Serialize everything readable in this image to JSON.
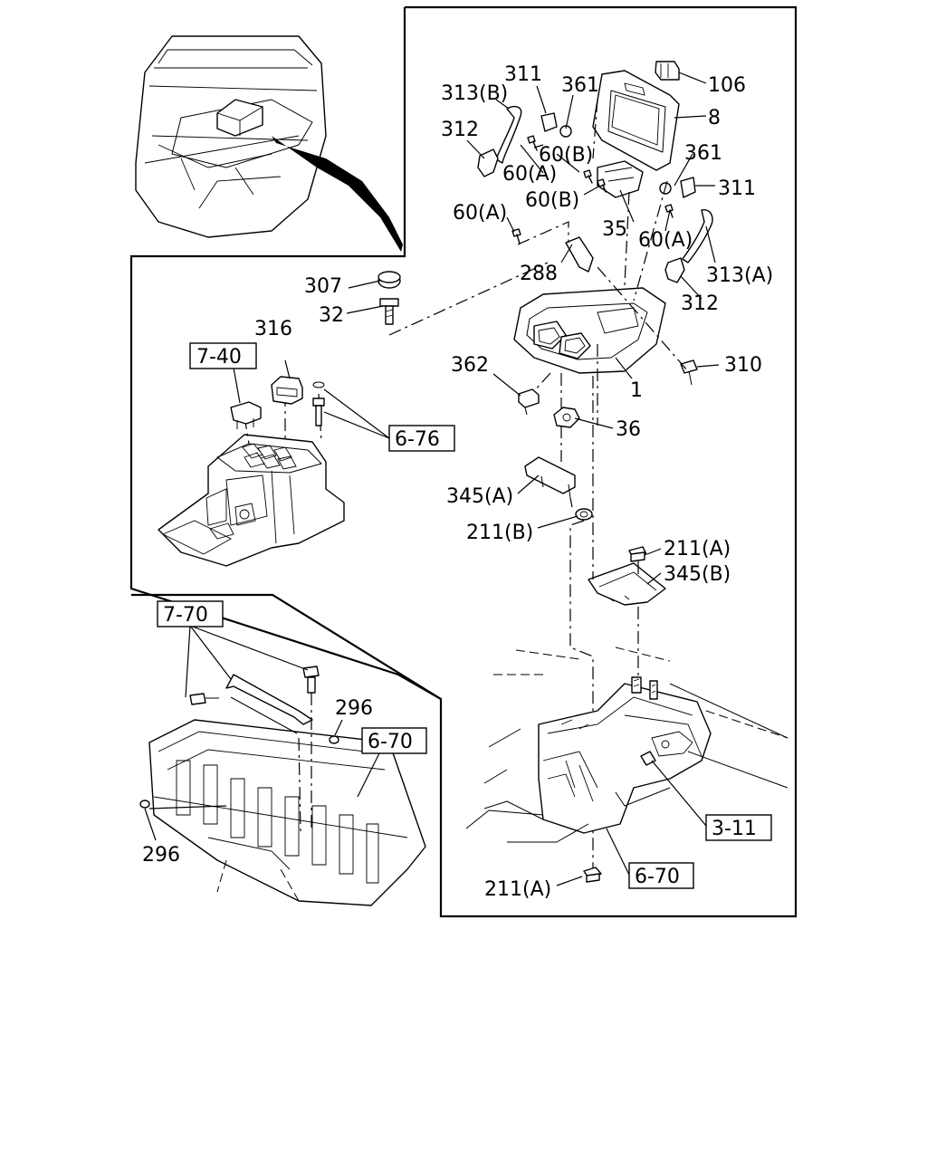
{
  "diagram": {
    "labels": {
      "l106": "106",
      "l361a": "361",
      "l311a": "311",
      "l313b": "313(B)",
      "l8": "8",
      "l312a": "312",
      "l60b_a": "60(B)",
      "l361b": "361",
      "l60a_a": "60(A)",
      "l311b": "311",
      "l60b_b": "60(B)",
      "l60a_b": "60(A)",
      "l35": "35",
      "l60a_c": "60(A)",
      "l313a": "313(A)",
      "l288": "288",
      "l307": "307",
      "l312b": "312",
      "l32": "32",
      "l316": "316",
      "l310": "310",
      "l740": "7-40",
      "l1": "1",
      "l362": "362",
      "l36": "36",
      "l676": "6-76",
      "l345a": "345(A)",
      "l211b": "211(B)",
      "l211a_a": "211(A)",
      "l345b": "345(B)",
      "l770": "7-70",
      "l296a": "296",
      "l670a": "6-70",
      "l311c": "3-11",
      "l296b": "296",
      "l211a_b": "211(A)",
      "l670b": "6-70"
    }
  }
}
